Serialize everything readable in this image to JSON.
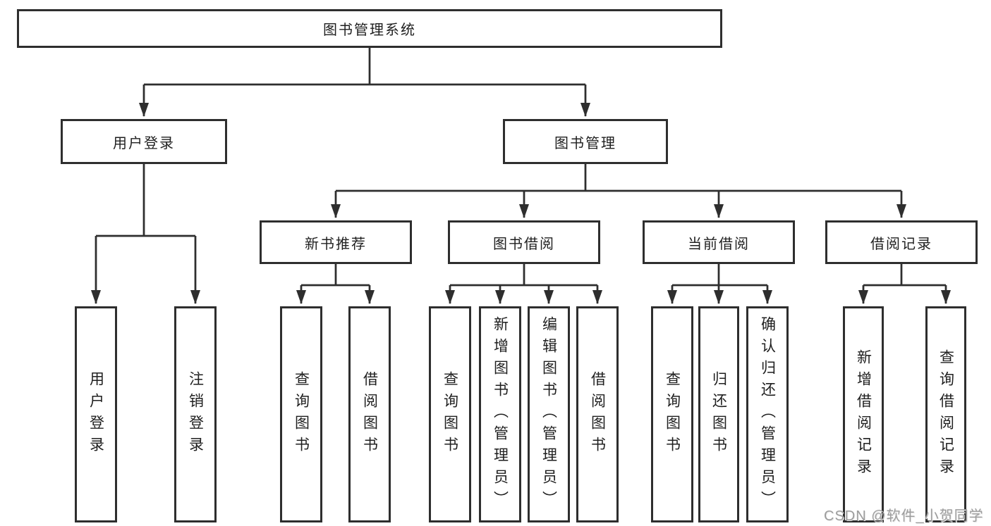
{
  "tree": {
    "root": {
      "label": "图书管理系统",
      "children": [
        {
          "label": "用户登录",
          "children": [
            {
              "label": "用户登录"
            },
            {
              "label": "注销登录"
            }
          ]
        },
        {
          "label": "图书管理",
          "children": [
            {
              "label": "新书推荐",
              "children": [
                {
                  "label": "查询图书"
                },
                {
                  "label": "借阅图书"
                }
              ]
            },
            {
              "label": "图书借阅",
              "children": [
                {
                  "label": "查询图书"
                },
                {
                  "label": "新增图书（管理员）"
                },
                {
                  "label": "编辑图书（管理员）"
                },
                {
                  "label": "借阅图书"
                }
              ]
            },
            {
              "label": "当前借阅",
              "children": [
                {
                  "label": "查询图书"
                },
                {
                  "label": "归还图书"
                },
                {
                  "label": "确认归还（管理员）"
                }
              ]
            },
            {
              "label": "借阅记录",
              "children": [
                {
                  "label": "新增借阅记录"
                },
                {
                  "label": "查询借阅记录"
                }
              ]
            }
          ]
        }
      ]
    }
  },
  "watermark": "CSDN @软件_小贺同学",
  "colors": {
    "line": "#2e2e2e",
    "text": "#1f1f1f",
    "background": "#ffffff",
    "watermark": "#9d9d9d"
  }
}
